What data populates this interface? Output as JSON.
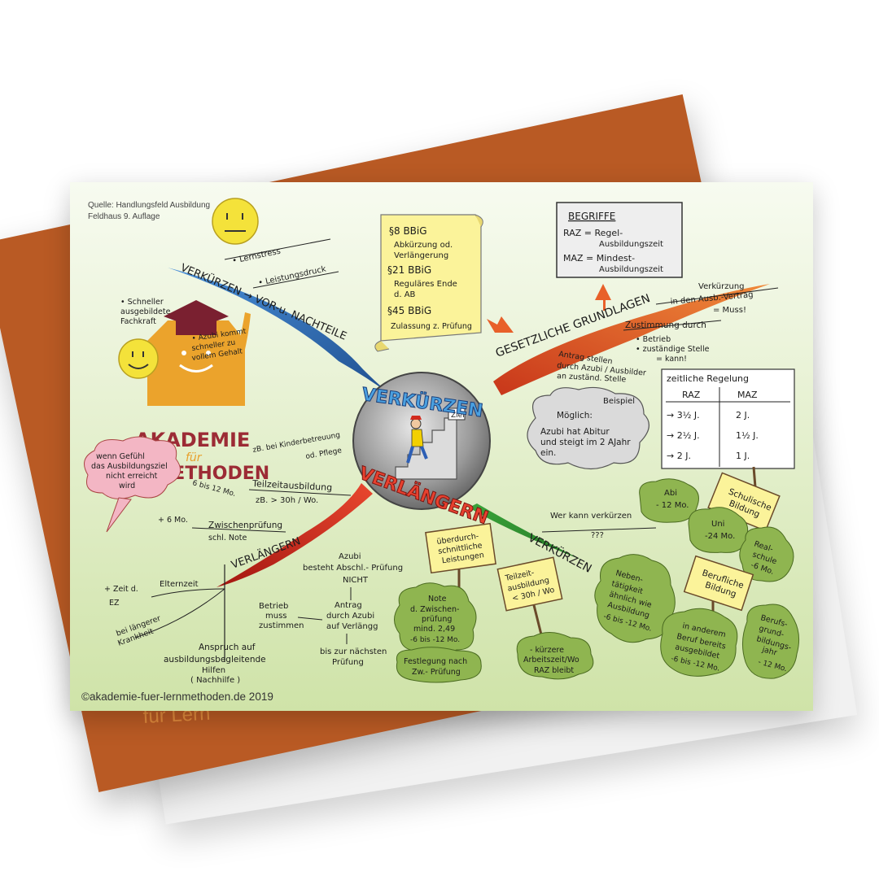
{
  "background_text": "für Lern",
  "source": {
    "line1": "Quelle: Handlungsfeld Ausbildung",
    "line2": "Feldhaus 9. Auflage"
  },
  "copyright": "©akademie-fuer-lernmethoden.de 2019",
  "logo": {
    "word1": "AKADEMIE",
    "word2": "für",
    "word3": "LERNMETHODEN"
  },
  "center": {
    "top": "VERKÜRZEN",
    "bottom": "VERLÄNGERN",
    "sign": "Ziel"
  },
  "branch_vor": {
    "title": "VERKÜRZEN → VOR-u. NACHTEILE",
    "lernstress": "• Lernstress",
    "leistungsdruck": "• Leistungsdruck",
    "schneller1": "• Schneller",
    "schneller2": "ausgebildete",
    "schneller3": "Fachkraft",
    "azubi1": "• Azubi kommt",
    "azubi2": "schneller zu",
    "azubi3": "vollem Gehalt"
  },
  "branch_grund": {
    "title": "GESETZLICHE GRUNDLAGEN",
    "verk1": "Verkürzung",
    "verk2": "in den Ausb.-Vertrag",
    "verk3": "= Muss!",
    "zust": "Zustimmung durch",
    "betrieb": "• Betrieb",
    "zustaendig1": "• zuständige Stelle",
    "zustaendig2": "= kann!",
    "antrag1": "Antrag stellen",
    "antrag2": "durch Azubi / Ausbilder",
    "antrag3": "an zuständ. Stelle"
  },
  "scroll": {
    "l1": "§8 BBiG",
    "l2": "Abkürzung od.",
    "l3": "Verlängerung",
    "l4": "§21 BBiG",
    "l5": "Reguläres Ende",
    "l6": "d. AB",
    "l7": "§45 BBiG",
    "l8": "Zulassung z. Prüfung"
  },
  "begriffe": {
    "title": "BEGRIFFE",
    "raz1": "RAZ = Regel-",
    "raz2": "Ausbildungszeit",
    "maz1": "MAZ = Mindest-",
    "maz2": "Ausbildungszeit"
  },
  "beispiel": {
    "label": "Beispiel",
    "line1": "Möglich:",
    "line2": "Azubi hat Abitur",
    "line3": "und steigt im 2 AJahr",
    "line4": "ein."
  },
  "regelung": {
    "title": "zeitliche Regelung",
    "head_raz": "RAZ",
    "head_maz": "MAZ",
    "rows": [
      {
        "raz": "→ 3½ J.",
        "maz": "2 J."
      },
      {
        "raz": "→ 2½ J.",
        "maz": "1½ J."
      },
      {
        "raz": "→ 2 J.",
        "maz": "1 J."
      }
    ]
  },
  "branch_verl": {
    "title": "VERLÄNGERN",
    "thought1": "wenn Gefühl",
    "thought2": "das Ausbildungsziel",
    "thought3": "nicht erreicht",
    "thought4": "wird",
    "six": "6 bis 12 Mo.",
    "kind1": "zB. bei Kinderbetreuung",
    "kind2": "od. Pflege",
    "teil1": "Teilzeitausbildung",
    "teil2": "zB. > 30h / Wo.",
    "plus6": "+ 6 Mo.",
    "zw1": "Zwischenprüfung",
    "zw2": "schl. Note",
    "eltern": "Elternzeit",
    "zeit1": "+ Zeit d.",
    "zeit2": "EZ",
    "krank1": "bei längerer",
    "krank2": "Krankheit",
    "anspruch1": "Anspruch auf",
    "anspruch2": "ausbildungsbegleitende",
    "anspruch3": "Hilfen",
    "anspruch4": "( Nachhilfe )",
    "azubi1": "Azubi",
    "azubi2": "besteht Abschl.- Prüfung",
    "azubi3": "NICHT",
    "betrieb1": "Betrieb",
    "betrieb2": "muss",
    "betrieb3": "zustimmen",
    "antrag1": "Antrag",
    "antrag2": "durch Azubi",
    "antrag3": "auf Verlängg",
    "bis1": "bis zur nächsten",
    "bis2": "Prüfung"
  },
  "branch_verk": {
    "title": "VERKÜRZEN",
    "wer": "Wer kann verkürzen",
    "q": "???",
    "sign_ueber1": "überdurch-",
    "sign_ueber2": "schnittliche",
    "sign_ueber3": "Leistungen",
    "note1": "Note",
    "note2": "d. Zwischen-",
    "note3": "prüfung",
    "note4": "mind. 2,49",
    "note5": "-6 bis -12 Mo.",
    "fest1": "Festlegung nach",
    "fest2": "Zw.- Prüfung",
    "sign_teil1": "Teilzeit-",
    "sign_teil2": "ausbildung",
    "sign_teil3": "< 30h / Wo",
    "kuerzer1": "- kürzere",
    "kuerzer2": "Arbeitszeit/Wo",
    "kuerzer3": "RAZ bleibt",
    "sign_schul1": "Schulische",
    "sign_schul2": "Bildung",
    "abi1": "Abi",
    "abi2": "- 12 Mo.",
    "uni1": "Uni",
    "uni2": "-24 Mo.",
    "real1": "Real-",
    "real2": "schule",
    "real3": "-6 Mo.",
    "sign_beruf1": "Berufliche",
    "sign_beruf2": "Bildung",
    "neben1": "Neben-",
    "neben2": "tätigkeit",
    "neben3": "ähnlich wie",
    "neben4": "Ausbildung",
    "neben5": "-6 bis -12 Mo.",
    "anderer1": "in anderem",
    "anderer2": "Beruf bereits",
    "anderer3": "ausgebildet",
    "anderer4": "-6 bis -12 Mo.",
    "bgj1": "Berufs-",
    "bgj2": "grund-",
    "bgj3": "bildungs-",
    "bgj4": "jahr",
    "bgj5": "- 12 Mo."
  },
  "colors": {
    "brand_red": "#9c2b35",
    "brand_orange": "#e8a02c",
    "branch_blue": "#2d6fb5",
    "branch_red": "#d12a1e",
    "branch_green": "#2e8a2e",
    "branch_orange": "#e0502a",
    "bush": "#8fb550",
    "card_back": "#b95a24"
  }
}
